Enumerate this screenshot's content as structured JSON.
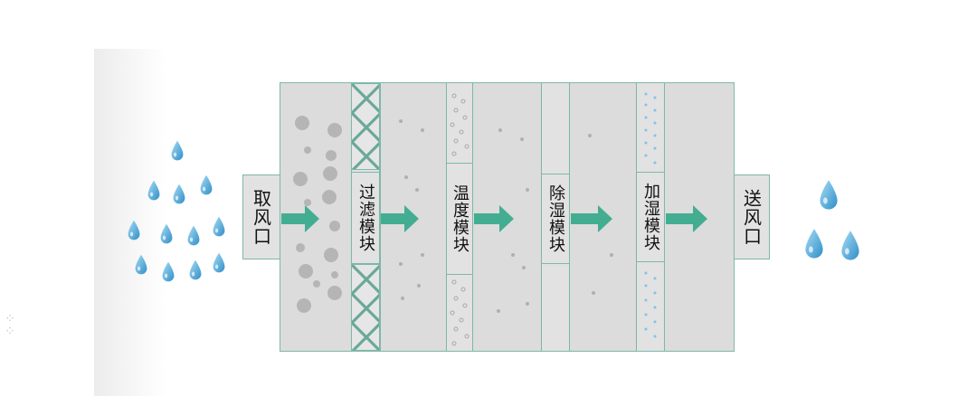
{
  "diagram": {
    "stages": {
      "intake": "取风口",
      "filter": "过滤模块",
      "temperature": "温度模块",
      "dehumidify": "除湿模块",
      "humidify": "加湿模块",
      "supply": "送风口"
    }
  },
  "colors": {
    "arrow": "#43ad92",
    "border": "#7db8a8",
    "panel": "#dcdcdc",
    "droplet": "#4ea6d6"
  },
  "icons": [
    "water-drop-icon",
    "arrow-right-icon"
  ]
}
